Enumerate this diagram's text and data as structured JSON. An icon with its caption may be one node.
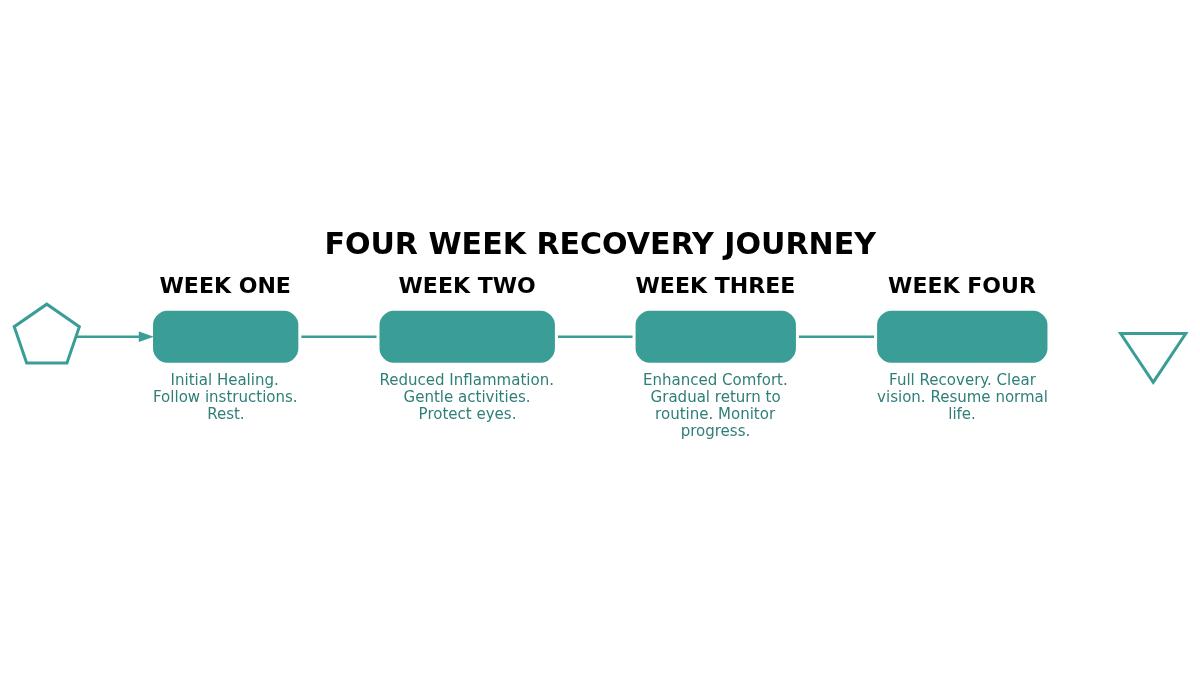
{
  "diagram": {
    "title": "FOUR WEEK RECOVERY JOURNEY",
    "nodes": [
      {
        "text": [],
        "shape": "shield"
      },
      {
        "text": [
          "WEEK ONE"
        ],
        "beside": [
          "Initial Healing. Follow instructions. Rest."
        ]
      },
      {
        "text": [
          "WEEK TWO"
        ],
        "beside": [
          "Reduced Inflammation. Gentle activities. Protect eyes."
        ]
      },
      {
        "text": [
          "WEEK THREE"
        ],
        "beside": [
          "Enhanced Comfort. Gradual return to routine. Monitor progress."
        ]
      },
      {
        "text": [
          "WEEK FOUR"
        ],
        "beside": [
          "Full Recovery. Clear vision. Resume normal life."
        ]
      },
      {
        "text": [],
        "shape": "checkmark"
      }
    ],
    "edges": [
      {
        "from": 0,
        "to": 1,
        "arrow": "to"
      },
      {
        "from": 1,
        "to": 2,
        "arrow": "none"
      },
      {
        "from": 2,
        "to": 3,
        "arrow": "none"
      },
      {
        "from": 3,
        "to": 4,
        "arrow": "none"
      }
    ]
  }
}
